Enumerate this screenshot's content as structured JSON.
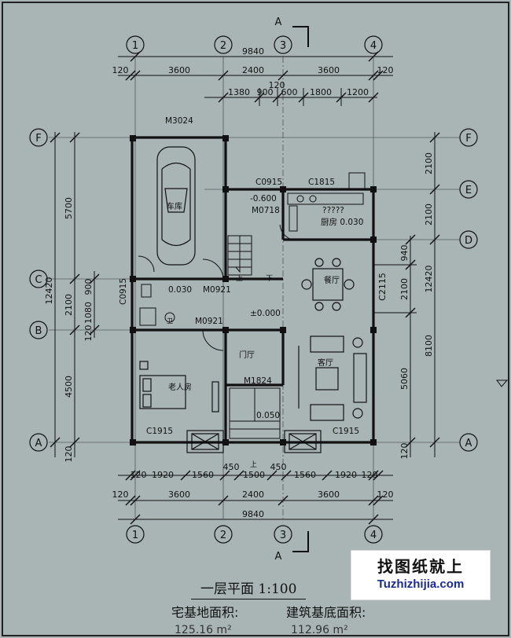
{
  "section_mark": "A",
  "axes": {
    "numbered": [
      "1",
      "2",
      "3",
      "4"
    ],
    "lettered": [
      "F",
      "E",
      "D",
      "C",
      "B",
      "A"
    ]
  },
  "dims": {
    "top_total": "9840",
    "top_main": [
      "3600",
      "2400",
      "3600"
    ],
    "top_ends": [
      "120",
      "120"
    ],
    "top_120_mid": "120",
    "top_detail": [
      "1380",
      "900",
      "600",
      "1800",
      "1200"
    ],
    "bottom_detail": [
      "120",
      "1920",
      "1560",
      "450",
      "1500",
      "450",
      "1560",
      "1920",
      "120"
    ],
    "bottom_main": [
      "3600",
      "2400",
      "3600"
    ],
    "bottom_ends": [
      "120",
      "120"
    ],
    "bottom_total": "9840",
    "left_outer": [
      "5700",
      "2100",
      "4500",
      "120"
    ],
    "left_total": "12420",
    "left_inner": [
      "900",
      "1080",
      "120"
    ],
    "right_outer_top": [
      "2100",
      "2100"
    ],
    "right_mid": [
      "940",
      "2100",
      "5060",
      "120"
    ],
    "right_total": "12420",
    "right_inner": "8100",
    "c2115": "C2115"
  },
  "tags": {
    "m3024": "M3024",
    "c0915_top": "C0915",
    "c1815": "C1815",
    "level_neg": "-0.600",
    "m0718": "M0718",
    "q_marks": "?????",
    "kitchen_level": "厨房 0.030",
    "c0915_left": "C0915",
    "level_wc": "0.030",
    "m0921_a": "M0921",
    "m0921_b": "M0921",
    "level_zero": "±0.000",
    "m1824": "M1824",
    "level_porch": "0.050",
    "c1915_left": "C1915",
    "c1915_right": "C1915",
    "wc_small": "卫",
    "stair_up": "上",
    "stair_down": "下",
    "porch_up": "上"
  },
  "rooms": {
    "garage": "车库",
    "dining": "餐厅",
    "foyer": "门厅",
    "living": "客厅",
    "elder_bedroom": "老人房"
  },
  "footer": {
    "title": "一层平面   1:100",
    "lot_label": "宅基地面积:",
    "build_label": "建筑基底面积:",
    "lot_value": "125.16 m²",
    "build_value": "112.96 m²"
  },
  "brand": {
    "cn": "找图纸就上",
    "en": "Tuzhizhijia.com"
  }
}
